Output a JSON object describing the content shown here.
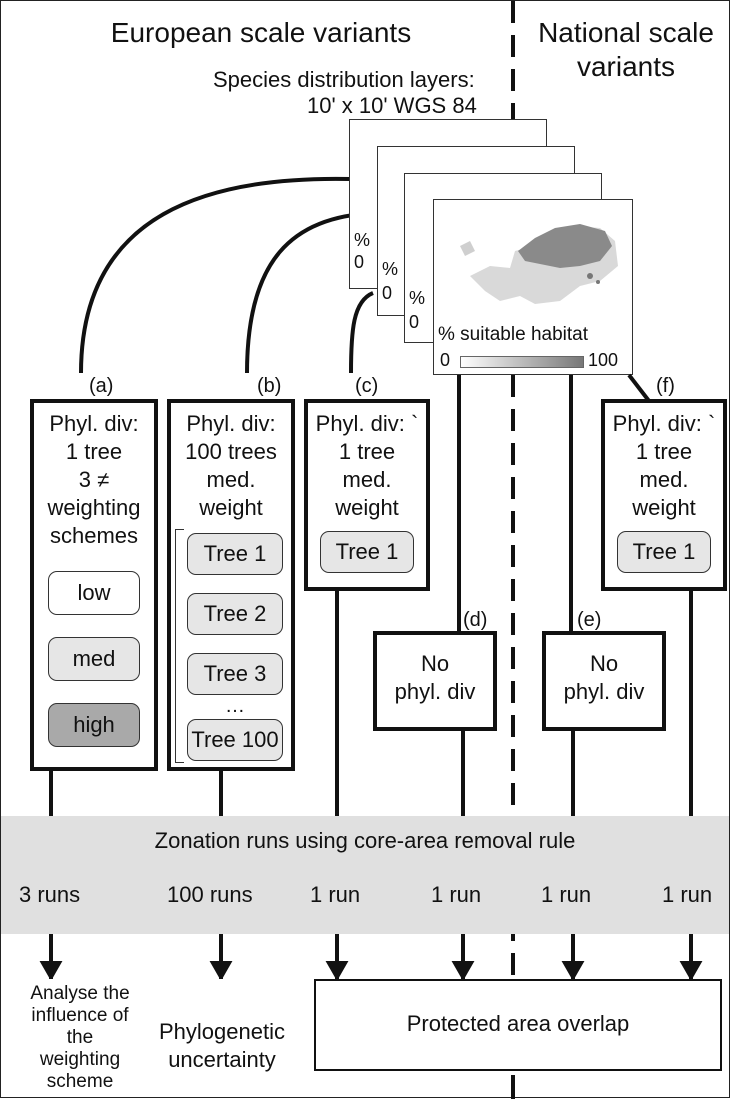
{
  "headers": {
    "european": "European scale variants",
    "national_line1": "National scale",
    "national_line2": "variants"
  },
  "layers": {
    "title_line1": "Species distribution layers:",
    "title_line2": "10' x 10' WGS 84",
    "legend_label": "% suitable habitat",
    "legend_min": "0",
    "legend_max": "100",
    "stack_label_prefix": "%",
    "stack_zero": "0"
  },
  "variants": {
    "a": {
      "tag": "(a)",
      "lines": [
        "Phyl. div:",
        "1 tree",
        "3 ≠",
        "weighting",
        "schemes"
      ],
      "schemes": [
        "low",
        "med",
        "high"
      ]
    },
    "b": {
      "tag": "(b)",
      "lines": [
        "Phyl. div:",
        "100 trees",
        "med.",
        "weight"
      ],
      "trees": [
        "Tree 1",
        "Tree 2",
        "Tree 3",
        "…",
        "Tree 100"
      ]
    },
    "c": {
      "tag": "(c)",
      "lines": [
        "Phyl. div: `",
        "1 tree",
        "med.",
        "weight"
      ],
      "tree": "Tree 1"
    },
    "d": {
      "tag": "(d)",
      "lines": [
        "No",
        "phyl. div"
      ]
    },
    "e": {
      "tag": "(e)",
      "lines": [
        "No",
        "phyl. div"
      ]
    },
    "f": {
      "tag": "(f)",
      "lines": [
        "Phyl. div: `",
        "1 tree",
        "med.",
        "weight"
      ],
      "tree": "Tree 1"
    }
  },
  "zonation": {
    "title": "Zonation runs using core-area removal rule",
    "runs": [
      "3 runs",
      "100 runs",
      "1 run",
      "1 run",
      "1 run",
      "1 run"
    ]
  },
  "outcomes": {
    "a_lines": [
      "Analyse the",
      "influence of",
      "the",
      "weighting",
      "scheme"
    ],
    "b_lines": [
      "Phylogenetic",
      "uncertainty"
    ],
    "overlap": "Protected area overlap"
  },
  "colors": {
    "band": "#e0e0e0",
    "pill_light": "#e6e6e6",
    "pill_dark": "#a9a9a9",
    "map_land": "#d9d9d9",
    "map_suitable": "#8a8a8a"
  }
}
